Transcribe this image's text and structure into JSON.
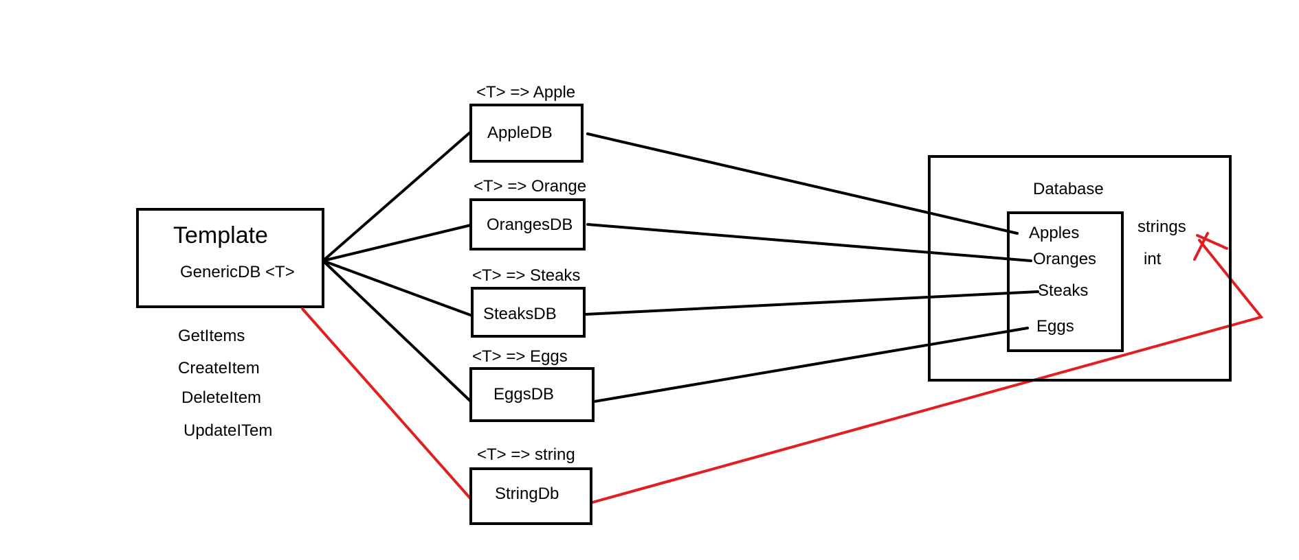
{
  "colors": {
    "ink": "#000000",
    "accent": "#e02020",
    "background": "#ffffff"
  },
  "template": {
    "title": "Template",
    "subtitle": "GenericDB <T>",
    "methods": [
      "GetItems",
      "CreateItem",
      "DeleteItem",
      "UpdateITem"
    ]
  },
  "dbs": [
    {
      "type_label": "<T> => Apple",
      "name": "AppleDB"
    },
    {
      "type_label": "<T> => Orange",
      "name": "OrangesDB"
    },
    {
      "type_label": "<T> => Steaks",
      "name": "SteaksDB"
    },
    {
      "type_label": "<T> => Eggs",
      "name": "EggsDB"
    },
    {
      "type_label": "<T> => string",
      "name": "StringDb"
    }
  ],
  "database": {
    "title": "Database",
    "tables": [
      "Apples",
      "Oranges",
      "Steaks",
      "Eggs"
    ],
    "types": [
      "strings",
      "int"
    ]
  }
}
